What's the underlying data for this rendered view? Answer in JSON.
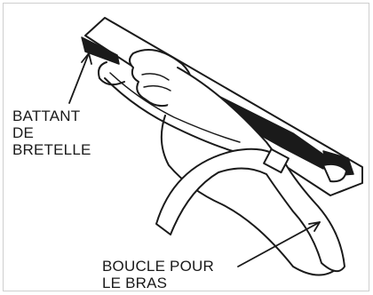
{
  "labels": {
    "sling_swivel": [
      "BATTANT",
      "DE",
      "BRETELLE"
    ],
    "arm_loop": [
      "BOUCLE POUR",
      "LE BRAS"
    ]
  },
  "colors": {
    "ink": "#1a1a1a",
    "paper": "#ffffff",
    "frame": "#cfcfcf"
  }
}
